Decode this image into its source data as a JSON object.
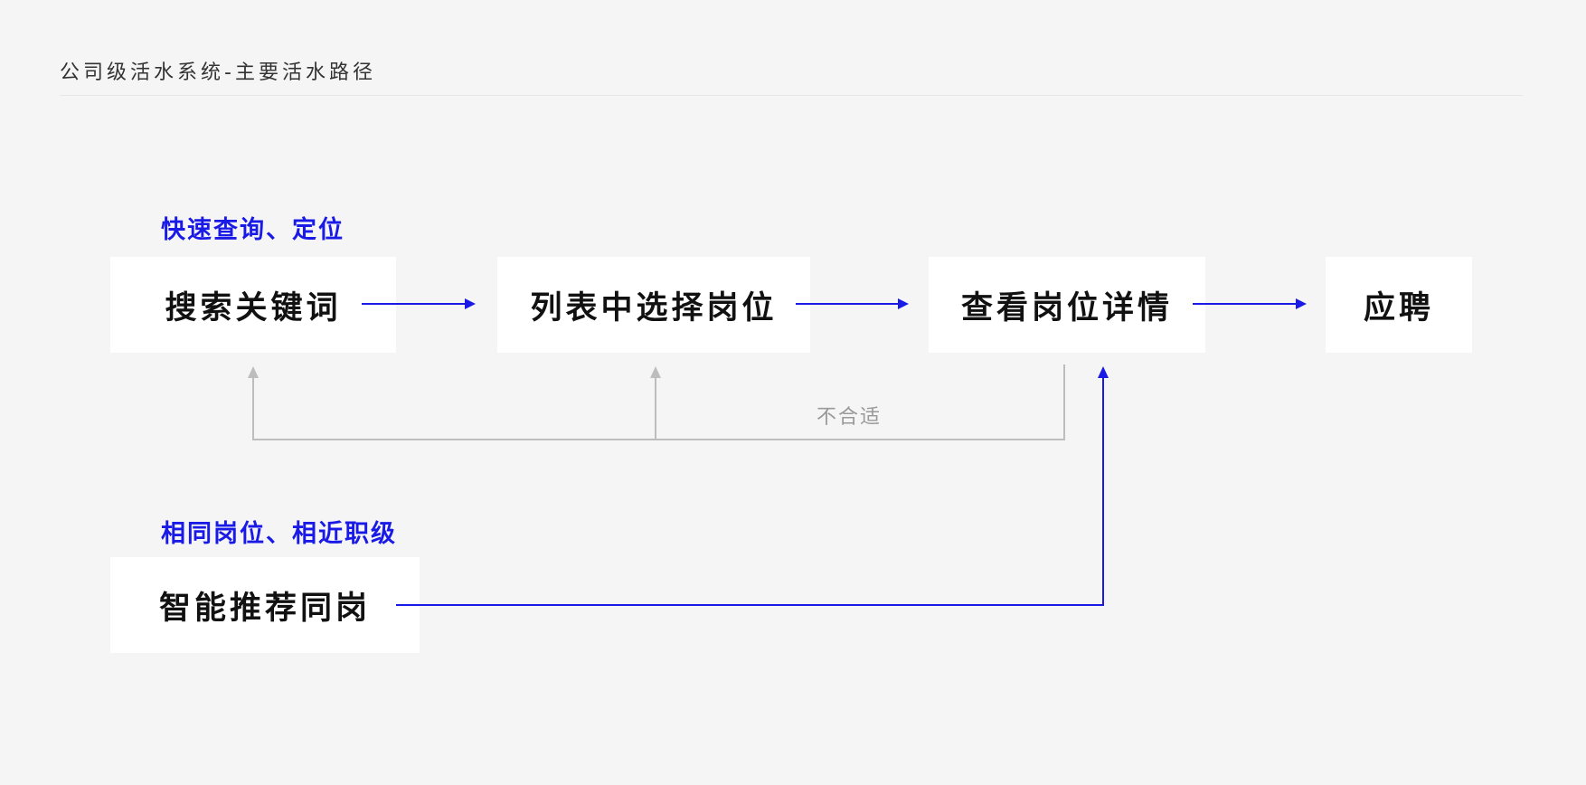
{
  "page": {
    "title": "公司级活水系统-主要活水路径"
  },
  "groups": {
    "search_label": "快速查询、定位",
    "recommend_label": "相同岗位、相近职级"
  },
  "steps": {
    "search_keyword": "搜索关键词",
    "select_from_list": "列表中选择岗位",
    "view_details": "查看岗位详情",
    "apply": "应聘",
    "smart_recommend": "智能推荐同岗"
  },
  "feedback": {
    "label": "不合适"
  },
  "colors": {
    "background": "#f5f5f5",
    "node": "#ffffff",
    "accent": "#1a1ae6",
    "feedback_line": "#bdbdbd",
    "feedback_text": "#999999",
    "node_text": "#111111"
  }
}
